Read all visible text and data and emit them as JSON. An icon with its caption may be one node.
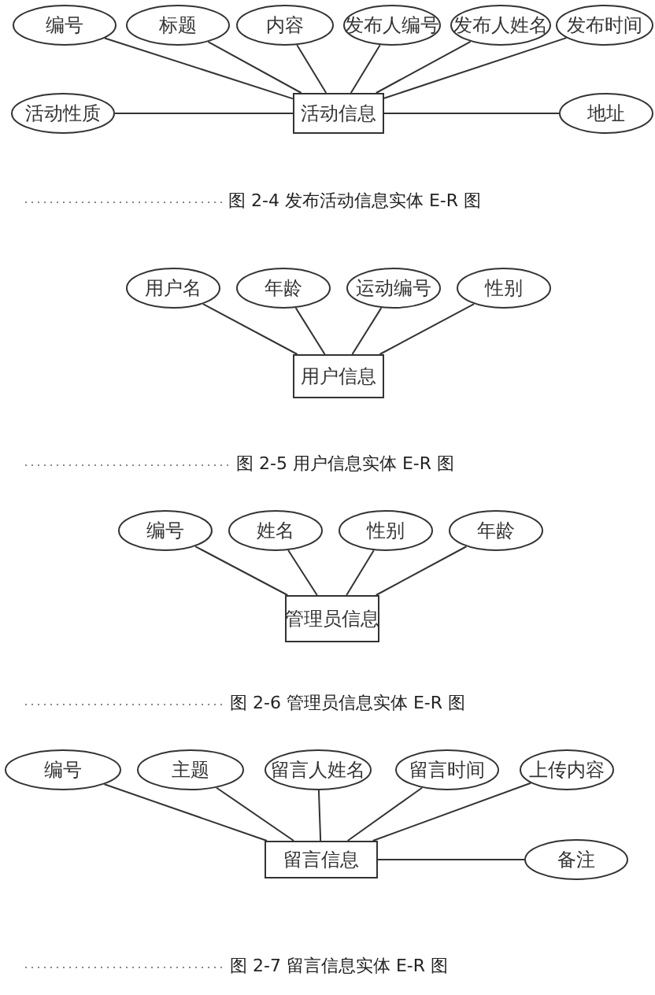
{
  "diagram": {
    "nodes": [
      {
        "text": [
          "编号"
        ]
      },
      {
        "text": [
          "标题"
        ]
      },
      {
        "text": [
          "内容"
        ]
      },
      {
        "text": [
          "发布人编号"
        ]
      },
      {
        "text": [
          "发布人姓名"
        ]
      },
      {
        "text": [
          "发布时间"
        ]
      },
      {
        "text": [
          "活动性质"
        ]
      },
      {
        "text": [
          "活动信息"
        ]
      },
      {
        "text": [
          "地址"
        ]
      },
      {
        "text": [
          "用户名"
        ]
      },
      {
        "text": [
          "年龄"
        ]
      },
      {
        "text": [
          "运动编号"
        ]
      },
      {
        "text": [
          "性别"
        ]
      },
      {
        "text": [
          "用户信息"
        ]
      },
      {
        "text": [
          "编号"
        ]
      },
      {
        "text": [
          "姓名"
        ]
      },
      {
        "text": [
          "性别"
        ]
      },
      {
        "text": [
          "年龄"
        ]
      },
      {
        "text": [
          "管理员信息"
        ]
      },
      {
        "text": [
          "编号"
        ]
      },
      {
        "text": [
          "主题"
        ]
      },
      {
        "text": [
          "留言人姓名"
        ]
      },
      {
        "text": [
          "留言时间"
        ]
      },
      {
        "text": [
          "上传内容"
        ]
      },
      {
        "text": [
          "留言信息"
        ]
      },
      {
        "text": [
          "备注"
        ]
      }
    ],
    "edges": [
      {
        "from": 0,
        "to": 7,
        "arrow": "none"
      },
      {
        "from": 1,
        "to": 7,
        "arrow": "none"
      },
      {
        "from": 2,
        "to": 7,
        "arrow": "none"
      },
      {
        "from": 3,
        "to": 7,
        "arrow": "none"
      },
      {
        "from": 4,
        "to": 7,
        "arrow": "none"
      },
      {
        "from": 5,
        "to": 7,
        "arrow": "none"
      },
      {
        "from": 6,
        "to": 7,
        "arrow": "none"
      },
      {
        "from": 8,
        "to": 7,
        "arrow": "none"
      },
      {
        "from": 9,
        "to": 13,
        "arrow": "none"
      },
      {
        "from": 10,
        "to": 13,
        "arrow": "none"
      },
      {
        "from": 11,
        "to": 13,
        "arrow": "none"
      },
      {
        "from": 12,
        "to": 13,
        "arrow": "none"
      },
      {
        "from": 14,
        "to": 18,
        "arrow": "none"
      },
      {
        "from": 15,
        "to": 18,
        "arrow": "none"
      },
      {
        "from": 16,
        "to": 18,
        "arrow": "none"
      },
      {
        "from": 17,
        "to": 18,
        "arrow": "none"
      },
      {
        "from": 19,
        "to": 24,
        "arrow": "none"
      },
      {
        "from": 20,
        "to": 24,
        "arrow": "none"
      },
      {
        "from": 21,
        "to": 24,
        "arrow": "none"
      },
      {
        "from": 22,
        "to": 24,
        "arrow": "none"
      },
      {
        "from": 23,
        "to": 24,
        "arrow": "none"
      },
      {
        "from": 25,
        "to": 24,
        "arrow": "none"
      }
    ],
    "labels": [
      "图 2-4 发布活动信息实体 E-R 图",
      "图 2-5 用户信息实体 E-R 图",
      "图 2-6 管理员信息实体 E-R 图",
      "图 2-7 留言信息实体 E-R 图"
    ]
  }
}
